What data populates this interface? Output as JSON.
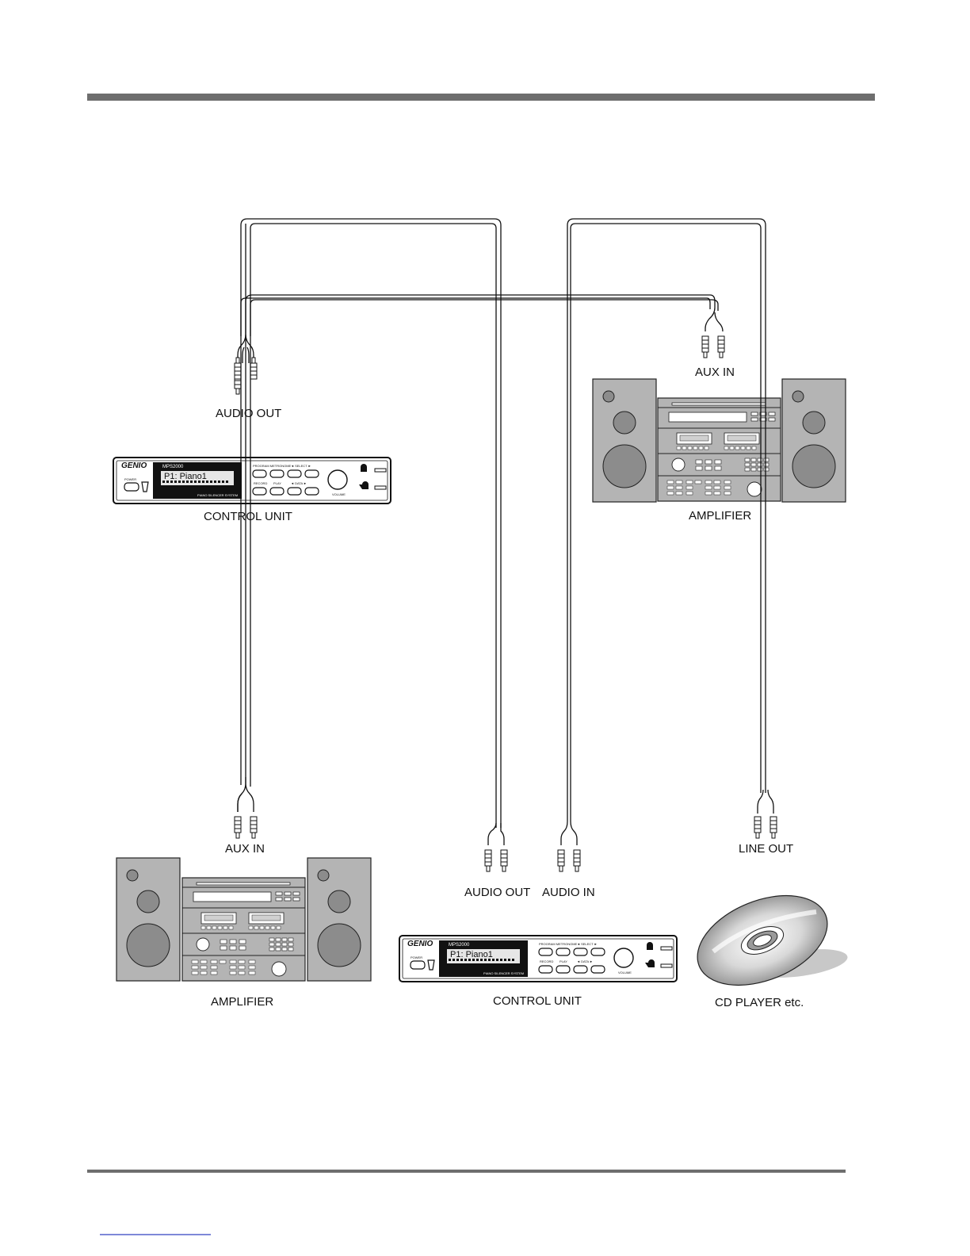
{
  "diagram1": {
    "source_label": "AUDIO OUT",
    "target_label": "AUX IN",
    "unit_caption": "CONTROL  UNIT",
    "amp_caption": "AMPLIFIER"
  },
  "diagram2": {
    "aux_in_label": "AUX IN",
    "audio_out_label": "AUDIO OUT",
    "audio_in_label": "AUDIO IN",
    "line_out_label": "LINE OUT",
    "amp_caption": "AMPLIFIER",
    "unit_caption": "CONTROL UNIT",
    "cd_caption": "CD PLAYER etc."
  },
  "control_unit": {
    "brand": "GENIO",
    "model": "MPS2000",
    "display_text": "P1:   Piano1",
    "power_label": "POWER",
    "btn_program_metronome": "PROGRAM  METRONOME",
    "btn_select": "◄  SELECT  ►",
    "btn_record": "RECORD",
    "btn_play": "PLAY",
    "btn_data": "◄   DATA   ►",
    "volume_label": "VOLUME",
    "system_label": "PIANO SILENCER SYSTEM"
  },
  "colors": {
    "rule": "#6e6e6e",
    "speaker_body": "#b4b4b4",
    "speaker_driver": "#8c8c8c",
    "lcd_bg": "#111111",
    "lcd_screen": "#e6e6e6"
  }
}
